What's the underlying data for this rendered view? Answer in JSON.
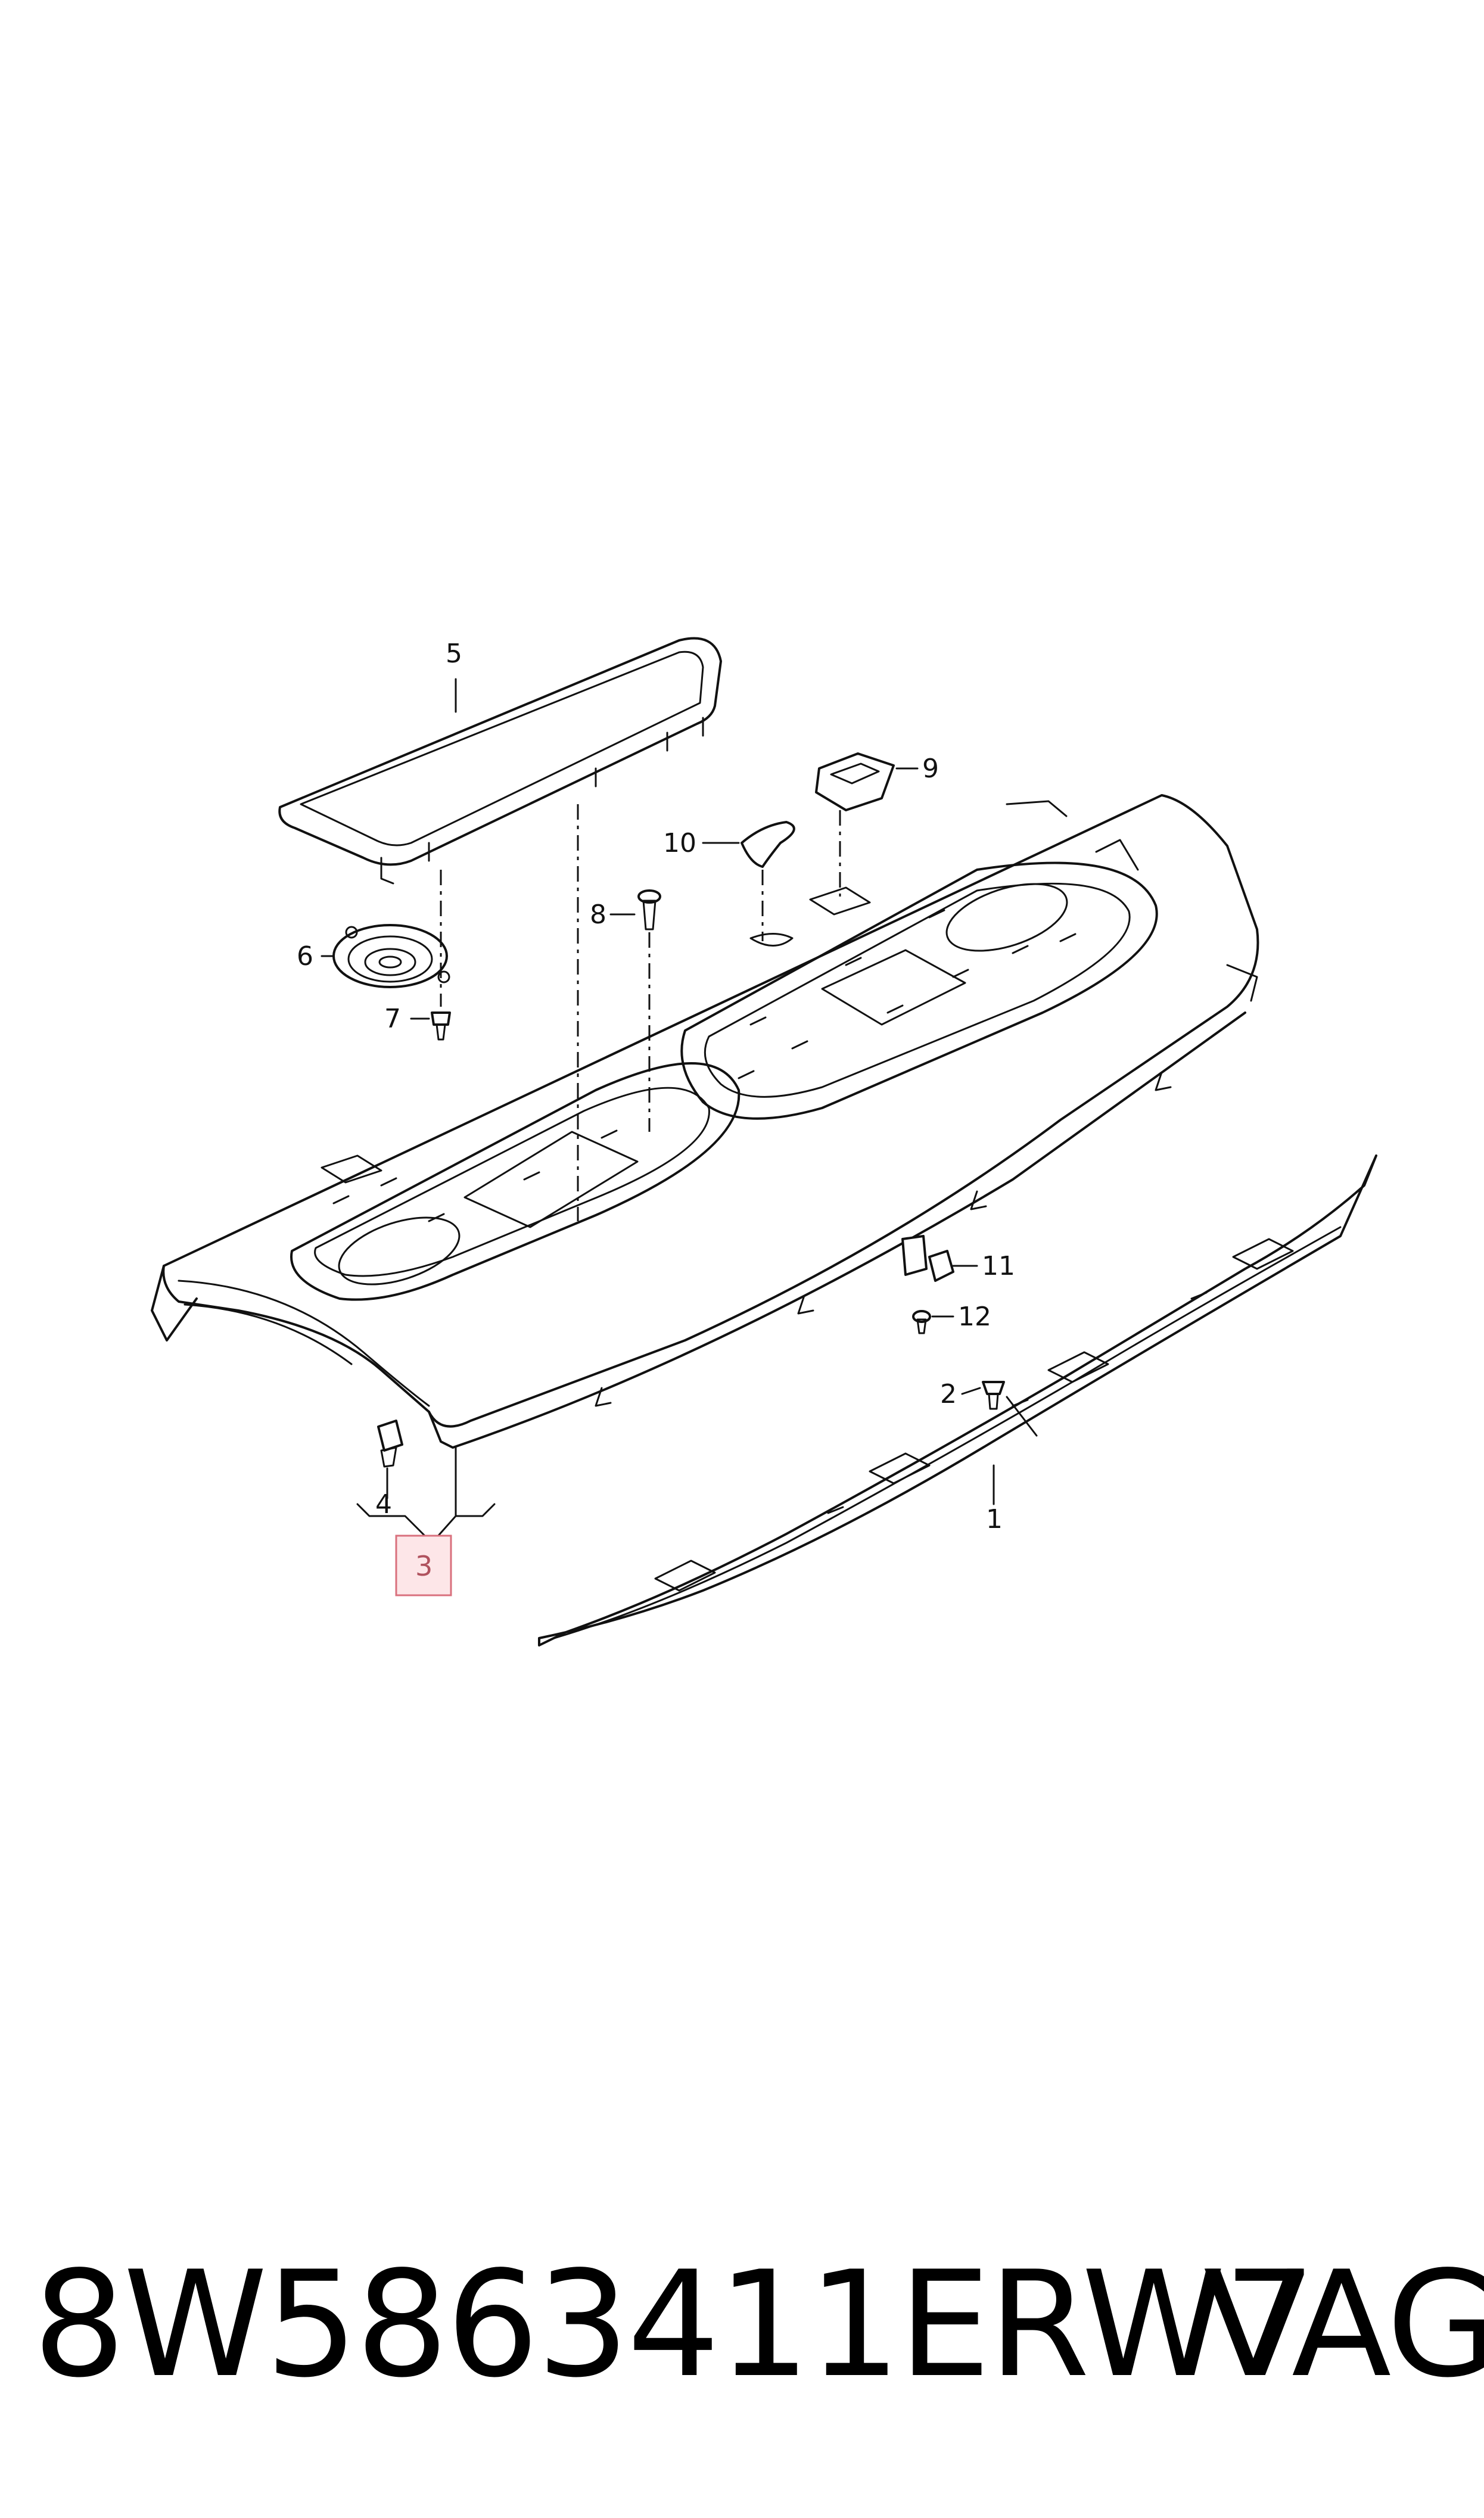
{
  "diagram": {
    "callouts": [
      {
        "id": "1",
        "label": "1"
      },
      {
        "id": "2",
        "label": "2"
      },
      {
        "id": "3",
        "label": "3",
        "highlighted": true
      },
      {
        "id": "4",
        "label": "4"
      },
      {
        "id": "5",
        "label": "5"
      },
      {
        "id": "6",
        "label": "6"
      },
      {
        "id": "7",
        "label": "7"
      },
      {
        "id": "8",
        "label": "8"
      },
      {
        "id": "9",
        "label": "9"
      },
      {
        "id": "10",
        "label": "10"
      },
      {
        "id": "11",
        "label": "11"
      },
      {
        "id": "12",
        "label": "12"
      }
    ],
    "highlight_color": "#fde6e8",
    "highlight_border": "#d9707d"
  },
  "footer": {
    "part_number": "8W5863411ERW7",
    "brand": "VAG"
  }
}
